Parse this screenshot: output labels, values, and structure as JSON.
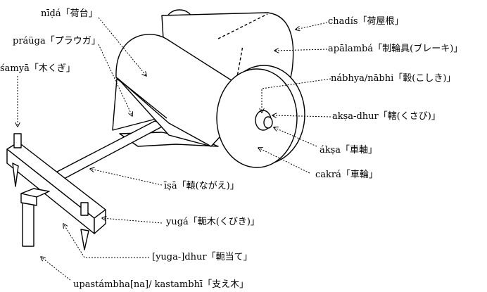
{
  "labels": {
    "nida": "nīḍá「荷台」",
    "prauga": "práüga「プラウガ」",
    "samya": "śamyā「木くぎ」",
    "chadis": "chadís「荷屋根」",
    "apalamba": "apālambá「制輪具(ブレーキ)」",
    "nabhya": "nábhya/nābhi「轂(こしき)」",
    "aksa_dhur": "akṣa-dhur「轄(くさび)」",
    "aksa": "ákṣa「車軸」",
    "cakra": "cakrá「車輪」",
    "isa": "īṣā「轅(ながえ)」",
    "yuga": "yugá「軛木(くびき)」",
    "yuga_dhur": "[yuga-]dhur「軛当て」",
    "upastambha": "upastámbha[na]/  kastambhī「支え木」"
  },
  "colors": {
    "ink": "#000000",
    "paper": "#ffffff"
  }
}
